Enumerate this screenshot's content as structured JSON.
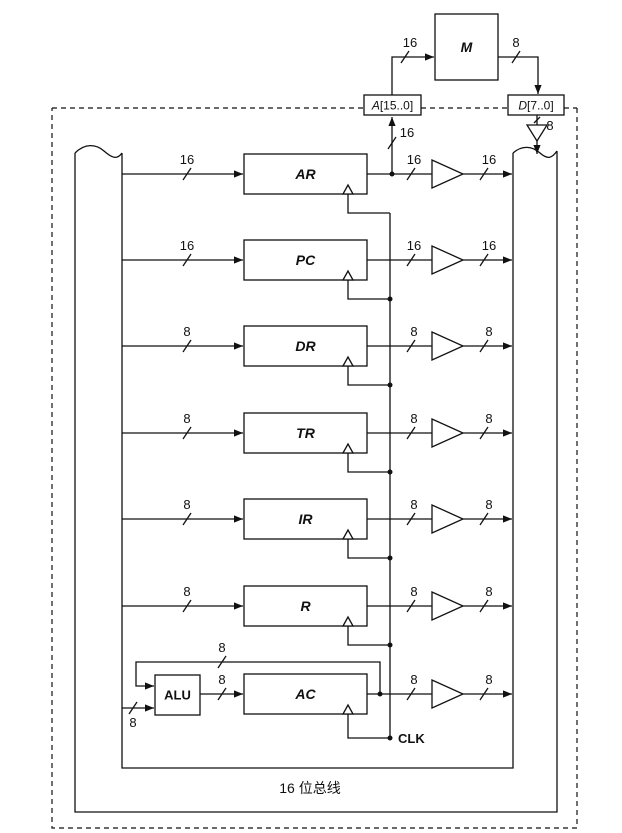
{
  "colors": {
    "ink": "#111111",
    "paper": "#ffffff"
  },
  "memory": {
    "name": "M",
    "address_width": "16",
    "data_width": "8"
  },
  "address_port": {
    "symbol": "A",
    "range": "[15..0]",
    "to_ar_width": "16"
  },
  "data_port": {
    "symbol": "D",
    "range": "[7..0]",
    "buffer_width": "8"
  },
  "registers": [
    {
      "name": "AR",
      "in_width": "16",
      "out_width": "16",
      "bus_width": "16"
    },
    {
      "name": "PC",
      "in_width": "16",
      "out_width": "16",
      "bus_width": "16"
    },
    {
      "name": "DR",
      "in_width": "8",
      "out_width": "8",
      "bus_width": "8"
    },
    {
      "name": "TR",
      "in_width": "8",
      "out_width": "8",
      "bus_width": "8"
    },
    {
      "name": "IR",
      "in_width": "8",
      "out_width": "8",
      "bus_width": "8"
    },
    {
      "name": "R",
      "in_width": "8",
      "out_width": "8",
      "bus_width": "8"
    }
  ],
  "accumulator": {
    "name": "AC",
    "out_width": "8",
    "bus_width": "8"
  },
  "alu": {
    "name": "ALU",
    "out_width": "8",
    "feedback_width": "8",
    "bus_in_width": "8"
  },
  "clock": {
    "label": "CLK"
  },
  "bus": {
    "label": "16 位总线"
  }
}
